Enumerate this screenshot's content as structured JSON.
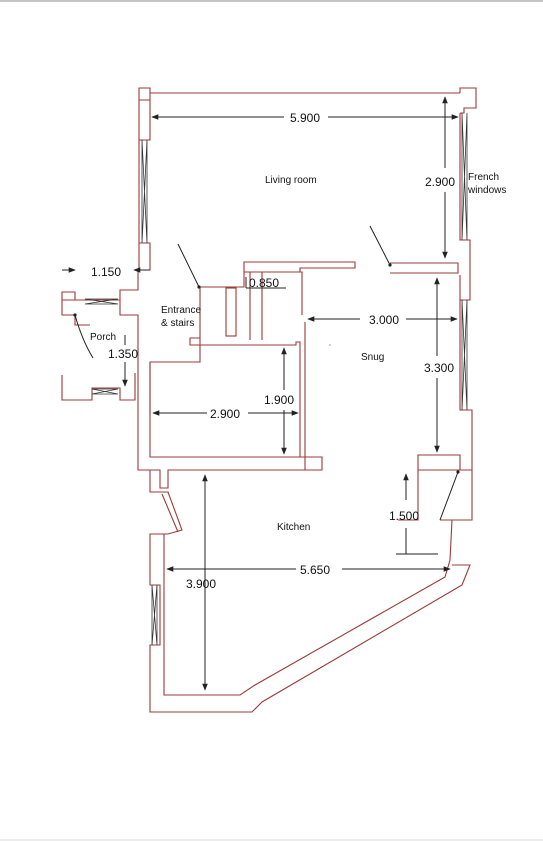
{
  "rooms": {
    "living_room": "Living room",
    "french_windows_line1": "French",
    "french_windows_line2": "windows",
    "entrance_line1": "Entrance",
    "entrance_line2": "& stairs",
    "porch": "Porch",
    "snug": "Snug",
    "kitchen": "Kitchen"
  },
  "dimensions": {
    "living_width": "5.900",
    "living_depth": "2.900",
    "porch_width": "1.150",
    "stair_width": "0.850",
    "snug_width": "3.000",
    "porch_depth": "1.350",
    "snug_depth": "3.300",
    "store_depth": "1.900",
    "store_width": "2.900",
    "kitchen_step": "1.500",
    "kitchen_width": "5.650",
    "kitchen_depth": "3.900"
  },
  "colors": {
    "wall": "#9c3a3a",
    "dimension_line": "#222222"
  }
}
